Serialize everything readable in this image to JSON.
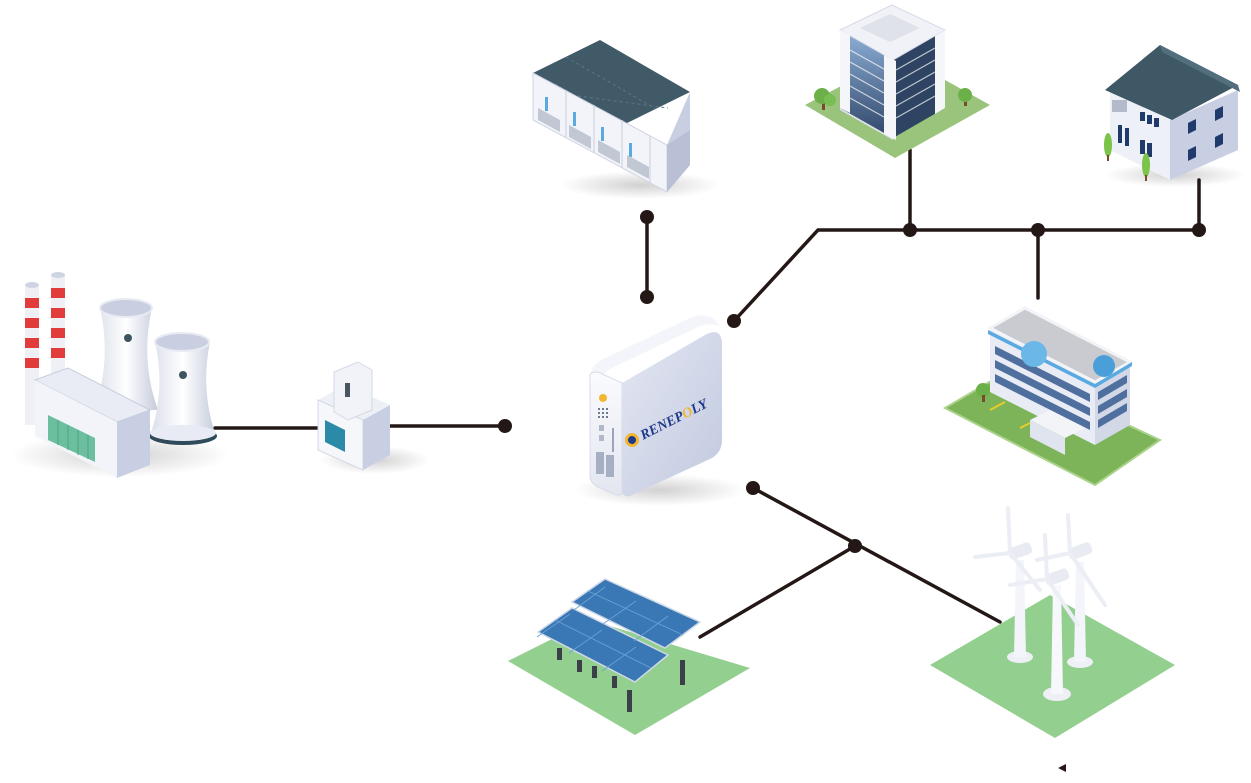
{
  "diagram": {
    "type": "energy-network",
    "title": "",
    "hub": {
      "name": "central-energy-storage-unit",
      "brand_logo": "RENEPOLY",
      "brand_prefix": "RENEP",
      "brand_o": "O",
      "brand_suffix": "LY"
    },
    "nodes": [
      {
        "id": "power-plant",
        "kind": "thermal power plant with cooling towers and chimneys"
      },
      {
        "id": "circuit-breaker",
        "kind": "DIN-rail circuit breaker"
      },
      {
        "id": "battery-cabinets",
        "kind": "battery storage cabinets"
      },
      {
        "id": "office-tower",
        "kind": "office tower"
      },
      {
        "id": "residential-house",
        "kind": "two-storey house"
      },
      {
        "id": "commercial-building",
        "kind": "commercial building"
      },
      {
        "id": "solar-array",
        "kind": "solar panel array"
      },
      {
        "id": "wind-farm",
        "kind": "wind turbines"
      }
    ],
    "connections": [
      {
        "from": "power-plant",
        "to": "circuit-breaker"
      },
      {
        "from": "circuit-breaker",
        "to": "hub"
      },
      {
        "from": "battery-cabinets",
        "to": "hub"
      },
      {
        "from": "hub",
        "to": "office-tower"
      },
      {
        "from": "hub",
        "to": "commercial-building"
      },
      {
        "from": "hub",
        "to": "residential-house"
      },
      {
        "from": "hub",
        "to": "solar-array"
      },
      {
        "from": "hub",
        "to": "wind-farm"
      }
    ],
    "colors": {
      "line": "#231816",
      "ground_green": "#8fcc8c",
      "lawn_green": "#7db45a",
      "roof_slate": "#3f5866",
      "wall_light": "#eef0f6",
      "wall_shade": "#c9cfe2",
      "glass_blue": "#4a6c9a",
      "solar_blue": "#3a78b5",
      "stripe_red": "#e23b3b",
      "breaker_teal": "#2b8aa8",
      "logo_blue": "#1e3a8a",
      "logo_gold": "#f2b631"
    }
  }
}
